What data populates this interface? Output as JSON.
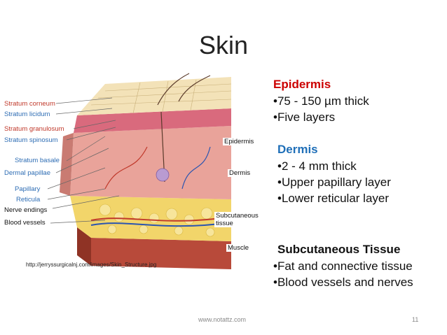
{
  "slide": {
    "title": "Skin",
    "footer_url": "www.notattz.com",
    "page_number": "11"
  },
  "figure": {
    "left_labels": [
      {
        "text": "Stratum corneum",
        "color": "red"
      },
      {
        "text": "Stratum licidum",
        "color": "blue"
      },
      {
        "text": "Stratum granulosum",
        "color": "red"
      },
      {
        "text": "Stratum spinosum",
        "color": "blue"
      },
      {
        "text": "Stratum basale",
        "color": "blue"
      },
      {
        "text": "Dermal papillae",
        "color": "blue"
      },
      {
        "text": "Papillary",
        "color": "blue"
      },
      {
        "text": "Reticula",
        "color": "blue"
      },
      {
        "text": "Nerve endings",
        "color": "blk"
      },
      {
        "text": "Blood vessels",
        "color": "blk"
      }
    ],
    "right_labels": {
      "epidermis": "Epidermis",
      "dermis": "Dermis",
      "subcutaneous": "Subcutaneous tissue",
      "muscle": "Muscle"
    },
    "credit": "http://jerryssurgicalnj.com/images/Skin_Structure.jpg"
  },
  "epidermis": {
    "heading": "Epidermis",
    "bullets": [
      "•75 - 150 µm thick",
      "•Five layers"
    ]
  },
  "dermis": {
    "heading": "Dermis",
    "bullets": [
      "•2 - 4 mm thick",
      "•Upper papillary layer",
      "•Lower reticular layer"
    ]
  },
  "subcutaneous": {
    "heading": "Subcutaneous Tissue",
    "bullets": [
      "•Fat and connective tissue",
      "•Blood vessels and nerves"
    ]
  }
}
